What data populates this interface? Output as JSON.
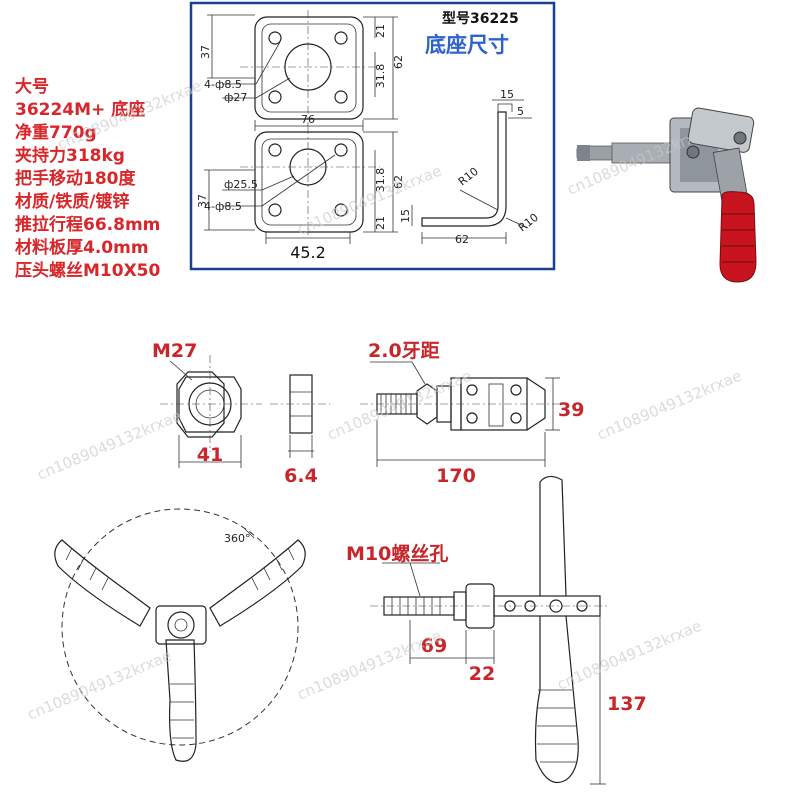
{
  "specs": {
    "lines": [
      "大号",
      "36224M+ 底座",
      "净重770g",
      "夹持力318kg",
      "把手移动180度",
      "材质/铁质/镀锌",
      "推拉行程66.8mm",
      "材料板厚4.0mm",
      "压头螺丝M10X50"
    ]
  },
  "base_box": {
    "model": "型号36225",
    "title": "底座尺寸",
    "dims": {
      "d37a": "37",
      "d21a": "21",
      "d31_8a": "31.8",
      "d62a": "62",
      "holes_a": "4-ф8.5",
      "bore_a": "ф27",
      "d76": "76",
      "bore_b": "ф25.5",
      "holes_b": "4-ф8.5",
      "d37b": "37",
      "d21b": "21",
      "d31_8b": "31.8",
      "d62b": "62",
      "d45_2": "45.2",
      "d15a": "15",
      "d5": "5",
      "r10a": "R10",
      "r10b": "R10",
      "d15b": "15",
      "d62c": "62"
    }
  },
  "dimensions": {
    "m27": "M27",
    "d41": "41",
    "d6_4": "6.4",
    "pitch": "2.0牙距",
    "d39": "39",
    "d170": "170",
    "angle": "360°",
    "m10_hole": "M10螺丝孔",
    "d69": "69",
    "d22": "22",
    "d137": "137"
  },
  "watermark": "cn1089049132krxae",
  "colors": {
    "accent_red": "#d8262a",
    "box_blue": "#1c3f94",
    "title_blue": "#2e63c9",
    "handle_red": "#c8141e"
  }
}
